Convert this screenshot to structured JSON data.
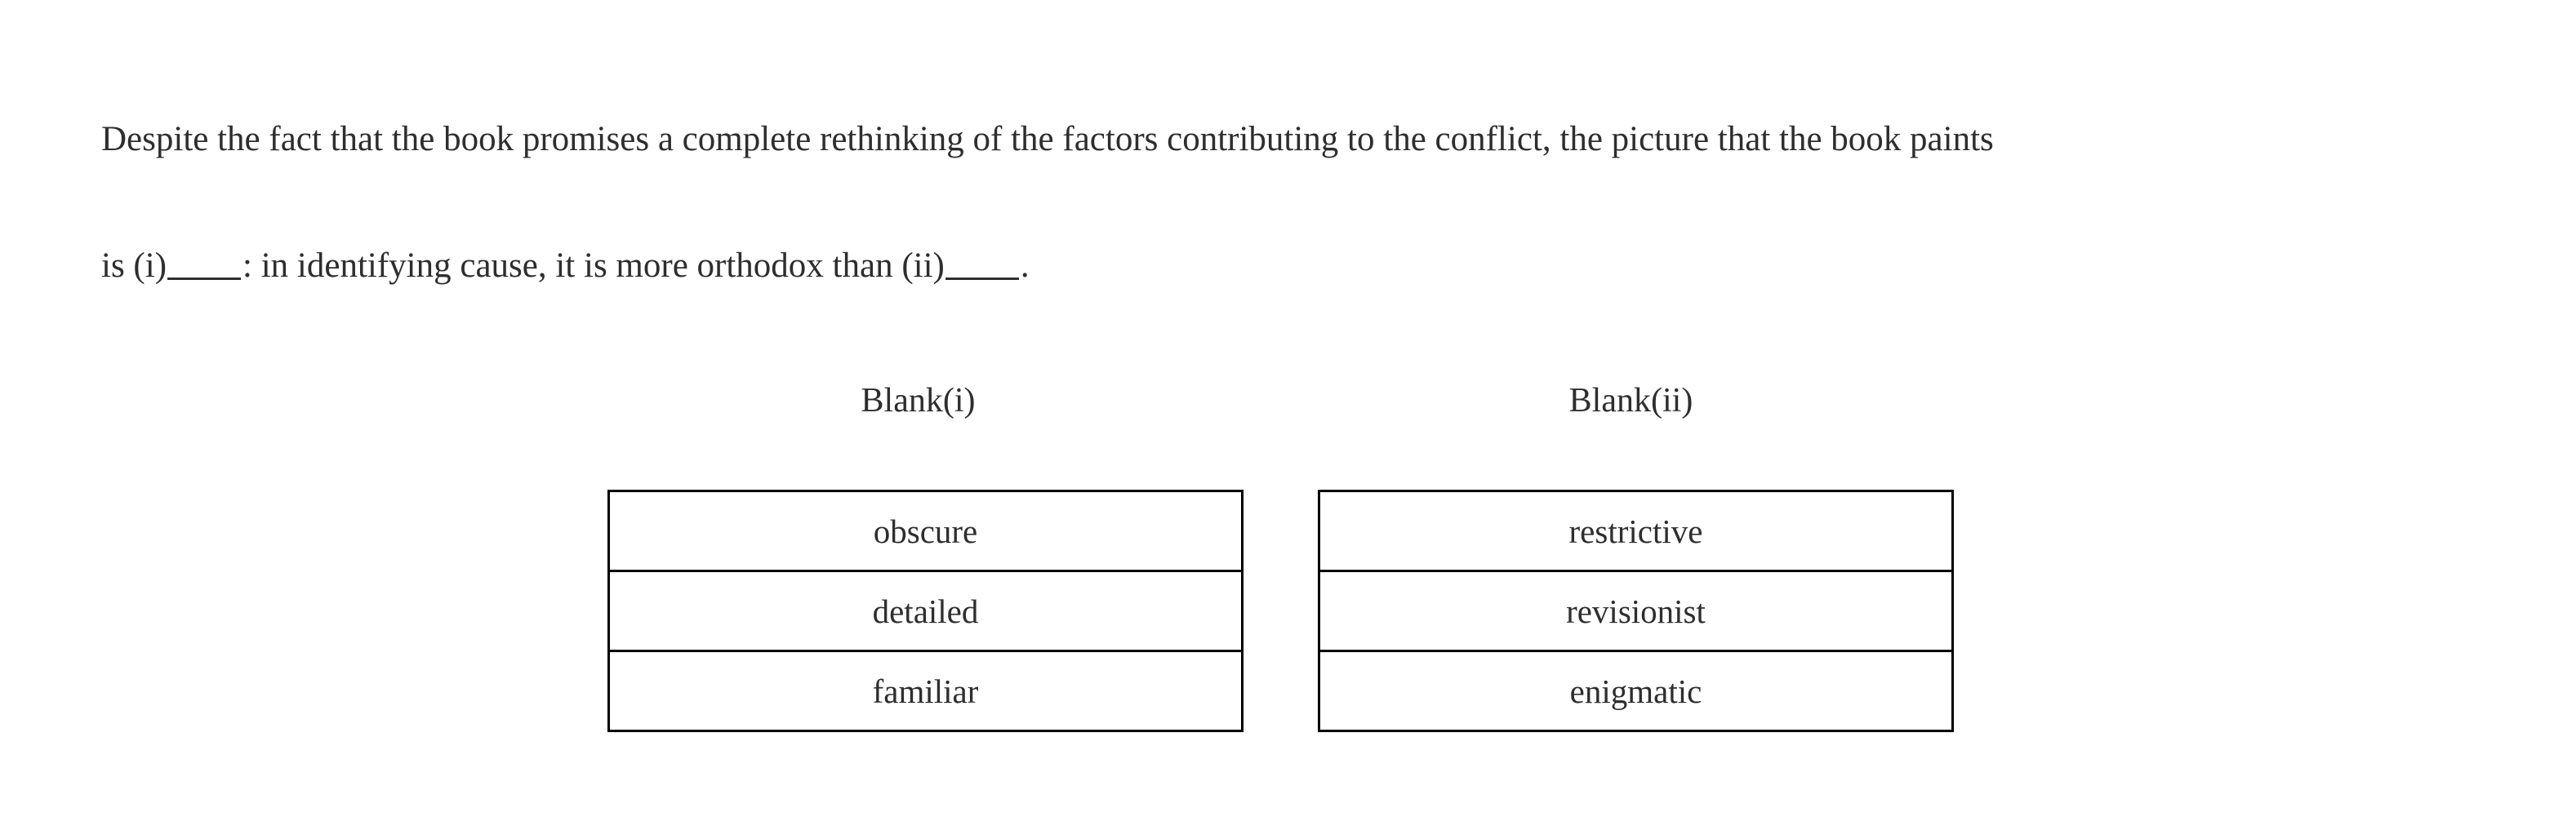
{
  "question": {
    "line1": "Despite the fact that the book promises a complete rethinking of the factors contributing to the conflict, the picture that the book paints",
    "line2_part1": "is (i)",
    "line2_part2": ": in identifying cause, it is more orthodox than (ii)",
    "line2_part3": "."
  },
  "blanks": [
    {
      "heading": "Blank(i)",
      "options": [
        "obscure",
        "detailed",
        "familiar"
      ]
    },
    {
      "heading": "Blank(ii)",
      "options": [
        "restrictive",
        "revisionist",
        "enigmatic"
      ]
    }
  ],
  "colors": {
    "text": "#2e2e2e",
    "border": "#000000",
    "background": "#ffffff"
  }
}
